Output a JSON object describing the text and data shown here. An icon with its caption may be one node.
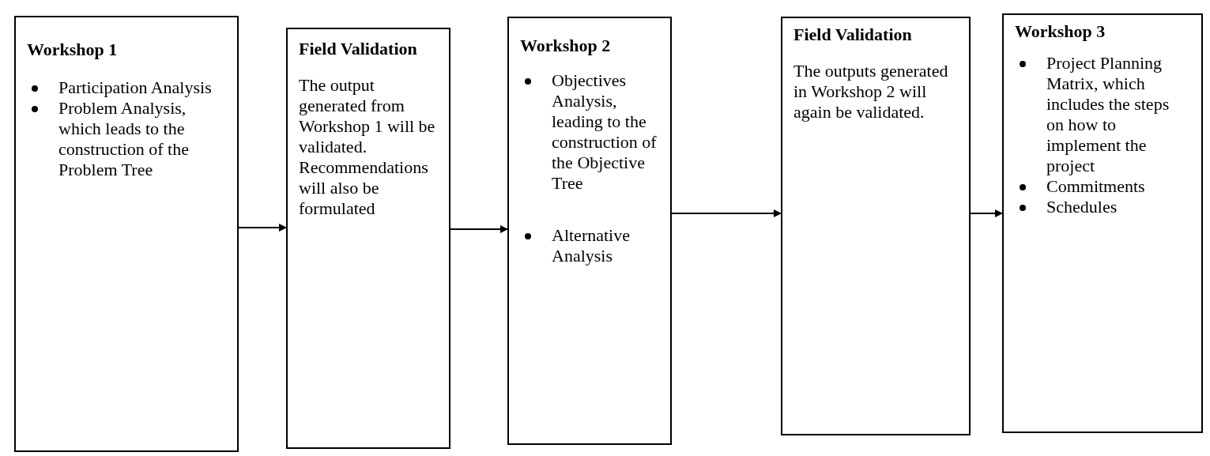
{
  "diagram": {
    "nodes": [
      {
        "text": [
          "Workshop 1",
          "Participation Analysis",
          "Problem Analysis, which leads to the construction of the Problem Tree"
        ]
      },
      {
        "text": [
          "Field Validation",
          "The output generated from Workshop 1 will be validated. Recommendations will also be formulated"
        ]
      },
      {
        "text": [
          "Workshop 2",
          "Objectives Analysis, leading to the construction of the Objective Tree",
          "Alternative Analysis"
        ]
      },
      {
        "text": [
          "Field Validation",
          "The outputs generated in Workshop 2 will again be validated."
        ]
      },
      {
        "text": [
          "Workshop 3",
          "Project Planning Matrix, which includes the steps on how to implement the project",
          "Commitments",
          "Schedules"
        ]
      }
    ],
    "edges": [
      {
        "from": 0,
        "to": 1,
        "arrow": "to"
      },
      {
        "from": 1,
        "to": 2,
        "arrow": "to"
      },
      {
        "from": 2,
        "to": 3,
        "arrow": "to"
      },
      {
        "from": 3,
        "to": 4,
        "arrow": "to"
      }
    ]
  }
}
